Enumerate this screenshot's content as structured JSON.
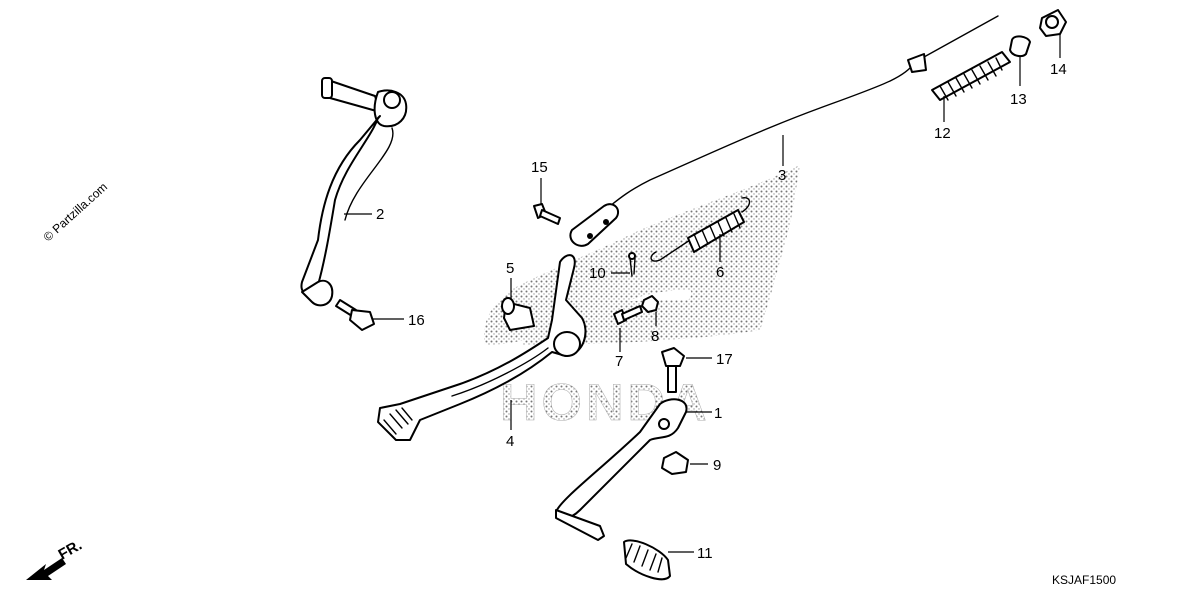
{
  "watermark": "© Partzilla.com",
  "brand_text": "HONDA",
  "front_indicator": "FR.",
  "diagram_code": "KSJAF1500",
  "callouts": [
    "1",
    "2",
    "3",
    "4",
    "5",
    "6",
    "7",
    "8",
    "9",
    "10",
    "11",
    "12",
    "13",
    "14",
    "15",
    "16",
    "17"
  ]
}
